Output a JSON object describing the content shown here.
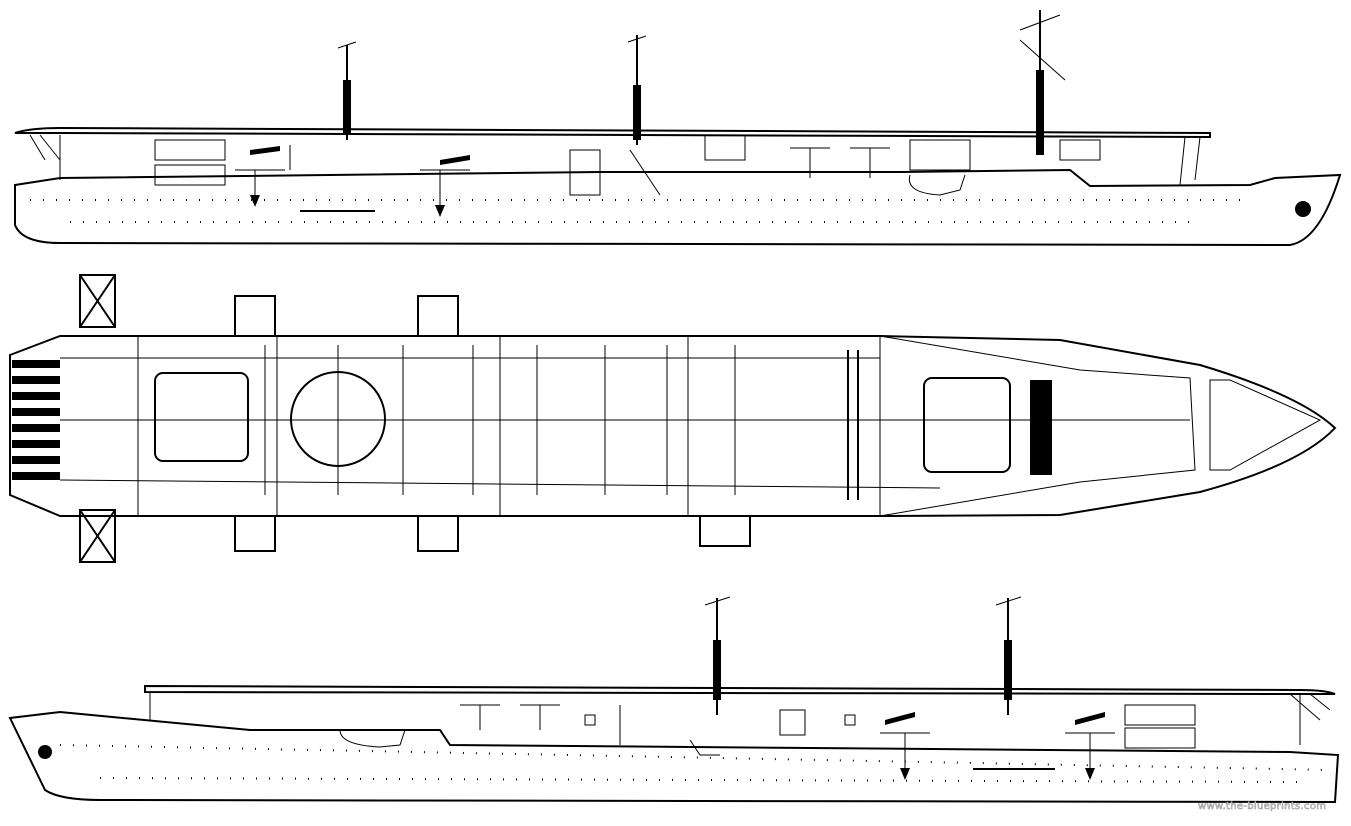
{
  "drawing": {
    "views": [
      "side-profile-starboard",
      "plan-view",
      "side-profile-port"
    ],
    "colors": {
      "ink": "#000000",
      "paper": "#ffffff"
    }
  },
  "watermark": "www.the-blueprints.com"
}
